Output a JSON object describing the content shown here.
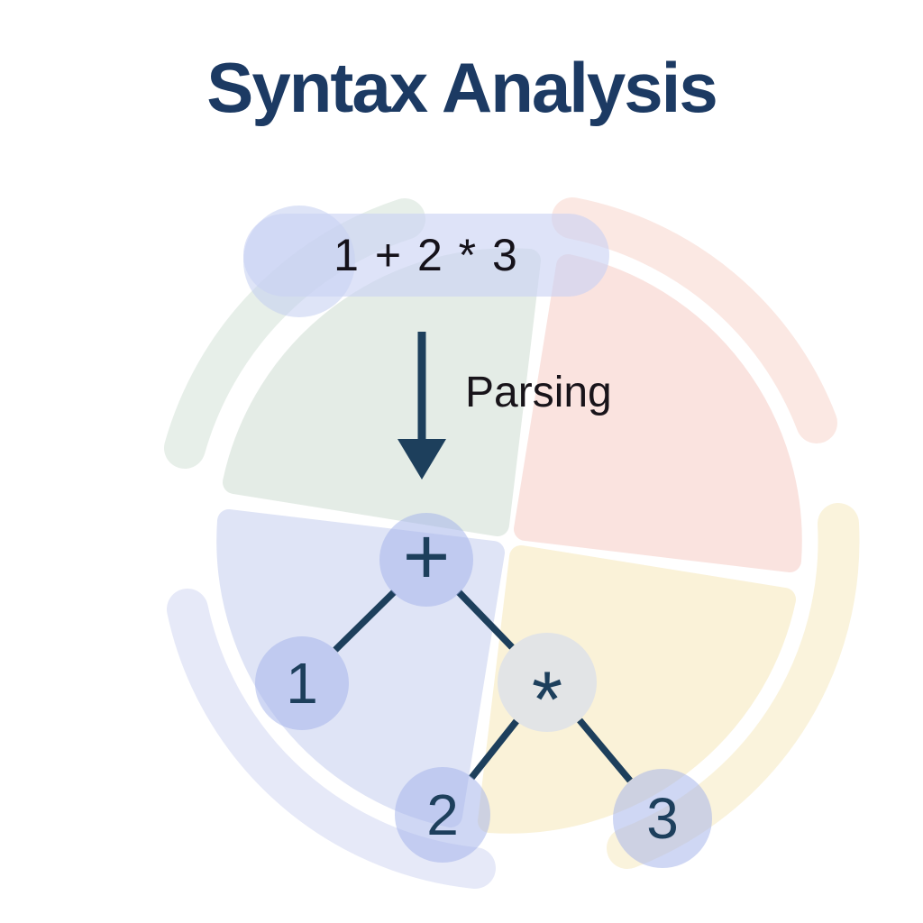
{
  "title": "Syntax Analysis",
  "expression": {
    "value": "1 + 2 * 3"
  },
  "arrow": {
    "label": "Parsing"
  },
  "tree": {
    "nodes": [
      {
        "id": "plus",
        "label": "+"
      },
      {
        "id": "one",
        "label": "1"
      },
      {
        "id": "star",
        "label": "*"
      },
      {
        "id": "two",
        "label": "2"
      },
      {
        "id": "three",
        "label": "3"
      }
    ],
    "edges": [
      [
        "+",
        "1"
      ],
      [
        "+",
        "*"
      ],
      [
        "*",
        "2"
      ],
      [
        "*",
        "3"
      ]
    ]
  },
  "colors": {
    "title_navy": "#1c3a63",
    "tree_navy": "#1d3f5c",
    "text_dark": "#15121a",
    "pill_lavender": "#dde3f8",
    "node_lavender": "#d3daf4",
    "node_gray": "#e2e4e6",
    "watermark_green": "#e4ece6",
    "watermark_red": "#fae3df",
    "watermark_yellow": "#faf2d8",
    "watermark_blue": "#dfe4f6"
  }
}
